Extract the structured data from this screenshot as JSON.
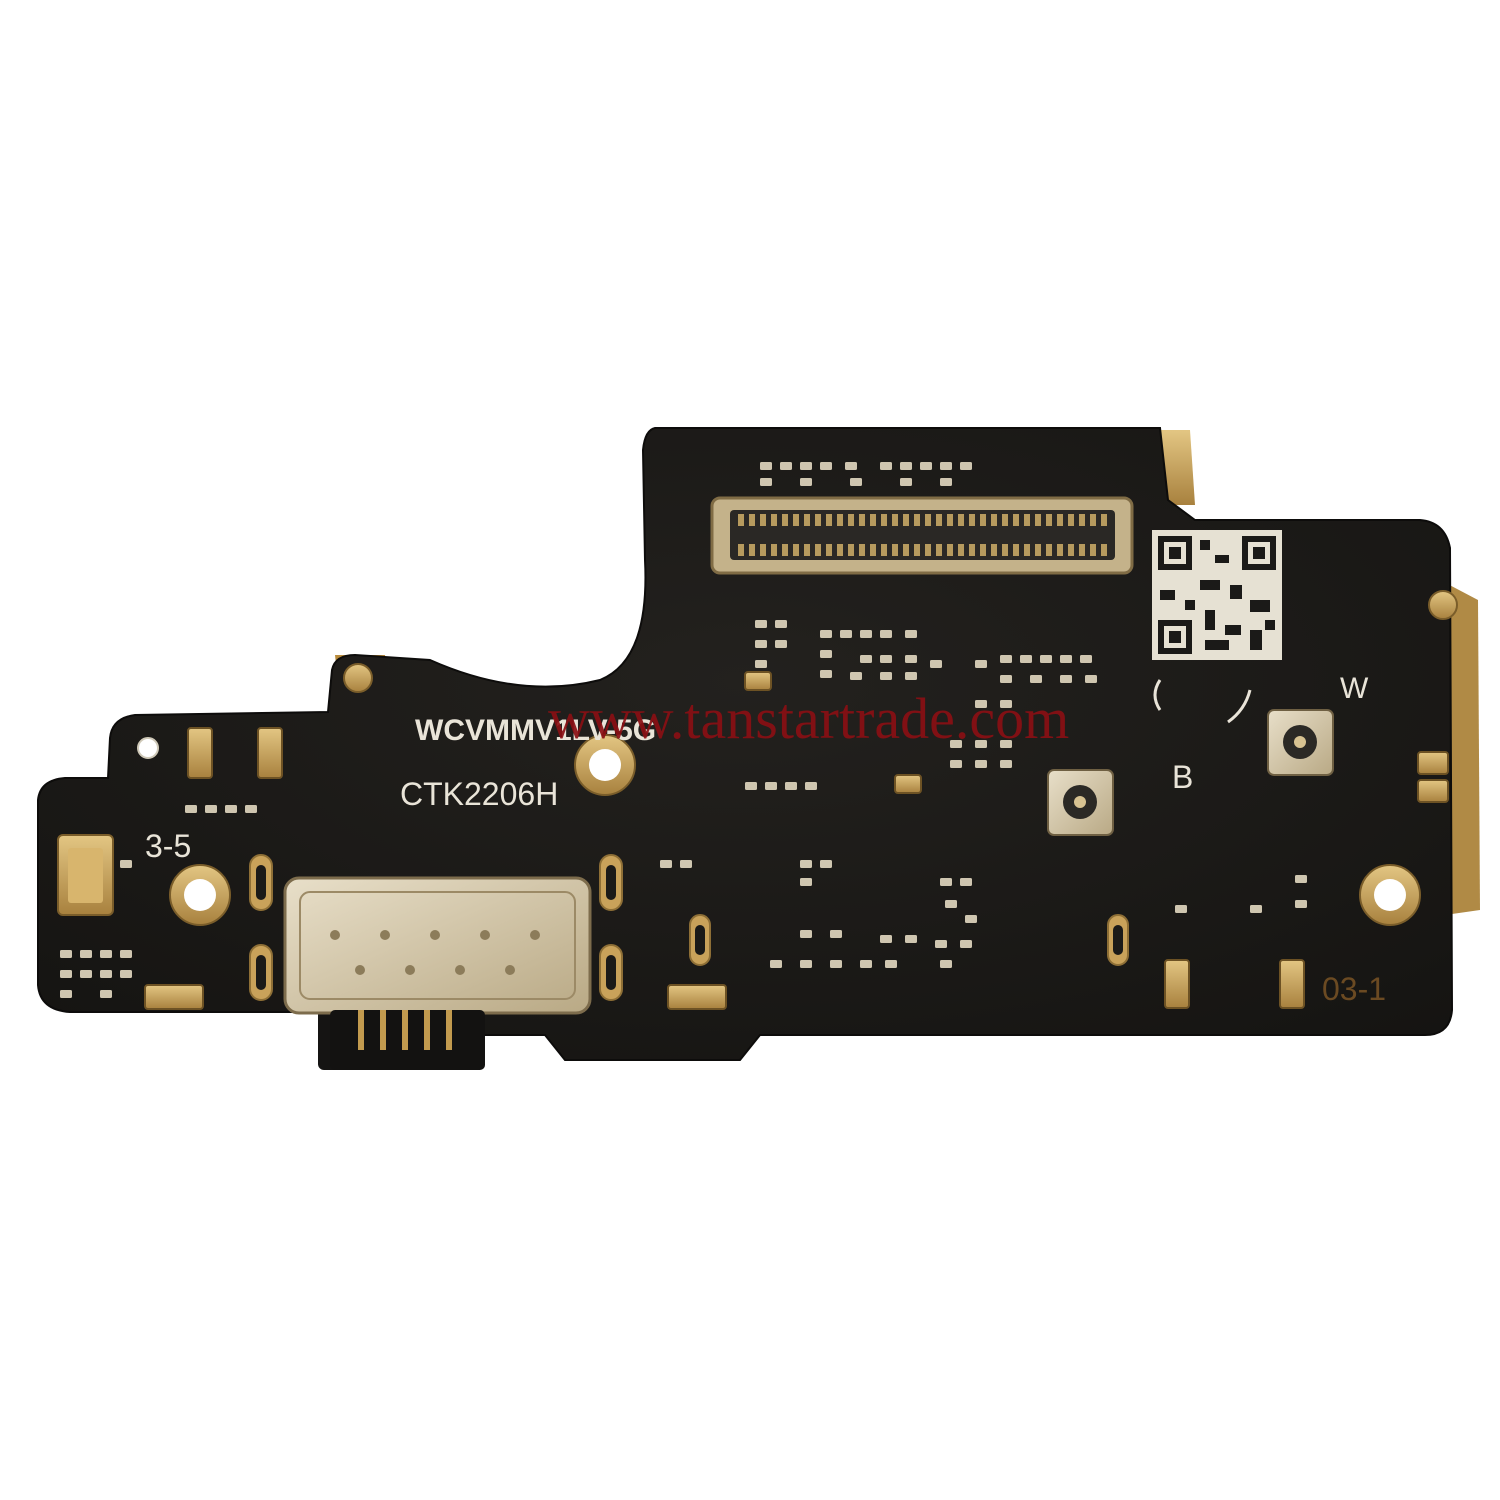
{
  "colors": {
    "background": "#ffffff",
    "board": "#1b1a18",
    "gold": "#c9a25a",
    "silkscreen": "#e9e4d8",
    "watermark": "#8a0f14"
  },
  "silkscreen": {
    "model": "WCVMMV1LV-5G",
    "part": "CTK2206H",
    "code": "3-5",
    "label_b": "B",
    "label_w": "W",
    "edge_mark": "03-1"
  },
  "watermark": "www.tanstartrade.com",
  "icons": [
    "usb-c-port-icon",
    "board-to-board-connector-icon",
    "qr-code-icon",
    "antenna-connector-icon",
    "microphone-icon",
    "mount-hole-icon"
  ]
}
